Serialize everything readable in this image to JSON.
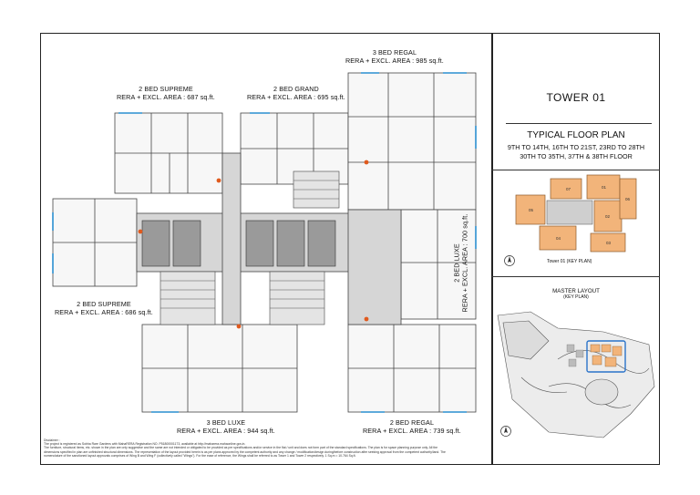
{
  "sidebar": {
    "tower_title": "TOWER 01",
    "plan_title": "TYPICAL FLOOR PLAN",
    "floors_line1": "9TH TO 14TH, 16TH TO 21ST, 23RD TO 28TH",
    "floors_line2": "30TH TO 35TH, 37TH & 38TH FLOOR",
    "key_plan_caption": "Tower 01 (KEY PLAN)",
    "key_plan_units": [
      "01",
      "02",
      "03",
      "04",
      "05",
      "06",
      "07"
    ],
    "master_layout_title": "MASTER LAYOUT",
    "master_layout_sub": "(KEY PLAN)"
  },
  "units": {
    "regal_top": {
      "name": "3 BED REGAL",
      "area": "RERA + EXCL. AREA : 985 sq.ft."
    },
    "supreme_top": {
      "name": "2 BED SUPREME",
      "area": "RERA + EXCL. AREA : 687 sq.ft."
    },
    "grand": {
      "name": "2 BED GRAND",
      "area": "RERA + EXCL. AREA : 695 sq.ft."
    },
    "supreme_left": {
      "name": "2 BED SUPREME",
      "area": "RERA + EXCL. AREA : 686 sq.ft."
    },
    "luxe_right": {
      "name": "2 BED LUXE",
      "area": "RERA + EXCL. AREA : 700 sq.ft."
    },
    "luxe_bottom": {
      "name": "3 BED LUXE",
      "area": "RERA + EXCL. AREA : 944 sq.ft."
    },
    "regal_bottom": {
      "name": "2 BED REGAL",
      "area": "RERA + EXCL. AREA : 739 sq.ft."
    }
  },
  "disclaimer": {
    "title": "Disclaimer :",
    "line1": "The project is registered as Sobha Rare Gardens with MahaRERA Registration NO. P51800001173, available at http://maharera.mahaonline.gov.in.",
    "line2": "The furniture, structural items, etc. shown in the plan are only suggestive and the same are not intended or obligated to be provided as per specifications and/or service in the flat / unit and does not form part of the standard specifications. The plan is for space planning purpose only. All the",
    "line3": "dimensions specified in plan are unfinished structural dimensions. The representation of the layout provided herein is as per plans approved by the competent authority and any change / modification/design during/before construction after seeking approval from the competent authority/land. The",
    "line4": "nomenclature of the sanctioned layout approvals comprises of Wing B and Wing F (collectively called \"Wings\"). For the ease of reference, the Wings shall be referred to as Tower 1 and Tower 2 respectively. 1 Sq.m = 10.764 Sq.ft."
  }
}
